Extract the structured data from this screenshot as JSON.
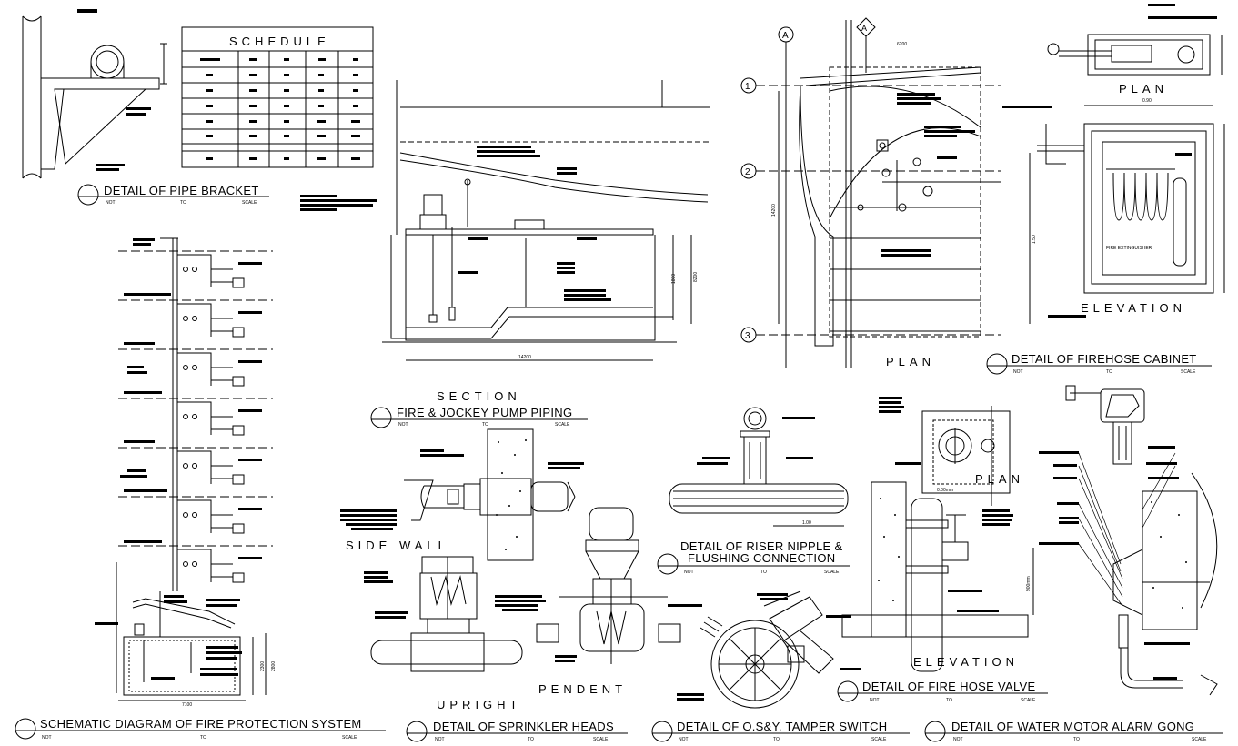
{
  "schedule": {
    "title": "SCHEDULE"
  },
  "titles": {
    "pipe_bracket": "DETAIL OF PIPE BRACKET",
    "pump_section": "SECTION",
    "pump_piping": "FIRE & JOCKEY PUMP PIPING",
    "firehose_cabinet": "DETAIL OF FIREHOSE CABINET",
    "cabinet_plan": "PLAN",
    "cabinet_elevation": "ELEVATION",
    "site_plan": "PLAN",
    "riser_line1": "DETAIL OF RISER NIPPLE &",
    "riser_line2": "FLUSHING CONNECTION",
    "hose_valve": "DETAIL OF FIRE HOSE VALVE",
    "hose_valve_plan": "PLAN",
    "hose_valve_elevation": "ELEVATION",
    "schematic": "SCHEMATIC DIAGRAM OF FIRE PROTECTION SYSTEM",
    "sprinkler_heads": "DETAIL OF SPRINKLER HEADS",
    "side_wall": "SIDE WALL",
    "upright": "UPRIGHT",
    "pendent": "PENDENT",
    "tamper_switch": "DETAIL OF O.S&Y. TAMPER SWITCH",
    "alarm_gong": "DETAIL OF WATER MOTOR ALARM GONG"
  },
  "scale_labels": {
    "nts": "NOT",
    "to": "TO",
    "scale": "SCALE"
  },
  "grid": {
    "col_a": "A",
    "row_1": "1",
    "row_2": "2",
    "row_3": "3"
  },
  "dimensions": {
    "pump_width": "14200",
    "pump_height_a": "1800",
    "pump_height_b": "8200",
    "site_height": "14200",
    "site_width": "6200",
    "cabinet_width": "0.90",
    "cabinet_height": "1.50",
    "riser_len": "1.00",
    "schem_width": "7100",
    "schem_h1": "2300",
    "schem_h2": "2800",
    "valve_offset": "0.00mm",
    "valve_height": "900mm"
  },
  "labels": {
    "fire_extinguisher": "FIRE EXTINGUISHER"
  }
}
